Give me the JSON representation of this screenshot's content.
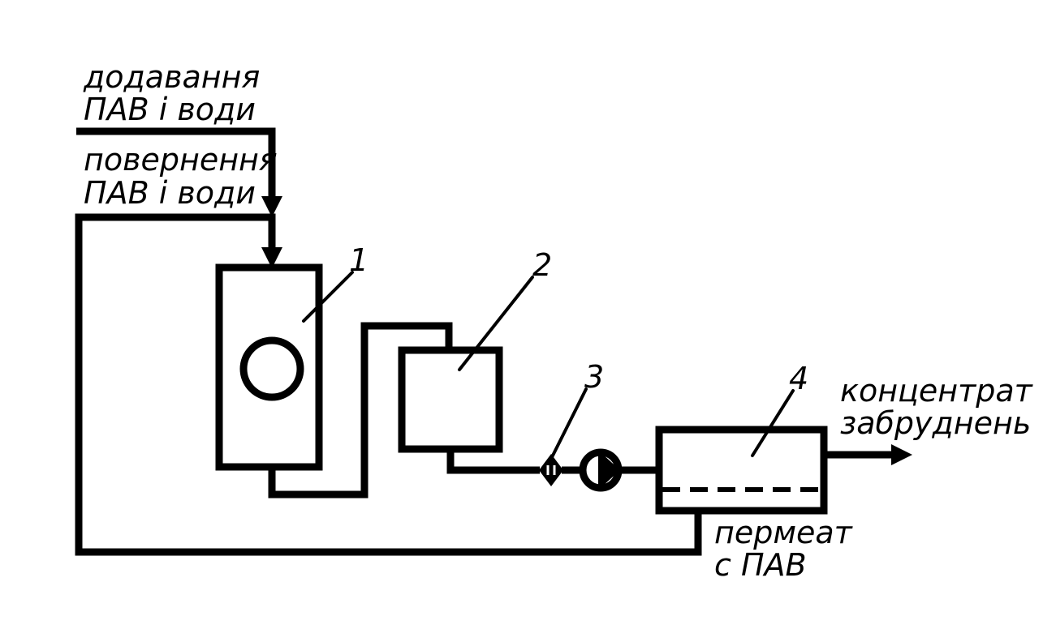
{
  "labels": {
    "inlet_line1": "додавання",
    "inlet_line2": "ПАВ і води",
    "return_line1": "повернення",
    "return_line2": "ПАВ і води",
    "concentrate_line1": "концентрат",
    "concentrate_line2": "забруднень",
    "permeate_line1": "пермеат",
    "permeate_line2": "с ПАВ"
  },
  "components": [
    {
      "id": "1",
      "shape": "rectangle-with-circle"
    },
    {
      "id": "2",
      "shape": "rectangle"
    },
    {
      "id": "3",
      "shape": "diamond-valve-and-pump"
    },
    {
      "id": "4",
      "shape": "membrane-module"
    }
  ],
  "flow_direction": "left-to-right",
  "line_color": "#000000",
  "background_color": "#ffffff"
}
